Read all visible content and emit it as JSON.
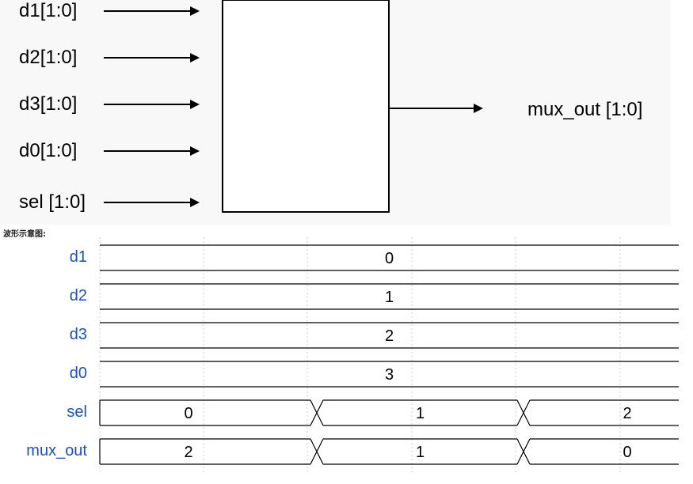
{
  "block": {
    "inputs": [
      "d1[1:0]",
      "d2[1:0]",
      "d3[1:0]",
      "d0[1:0]",
      "sel [1:0]"
    ],
    "output": "mux_out [1:0]"
  },
  "caption": "波形示意图:",
  "waveform": {
    "signals": [
      {
        "name": "d1",
        "values": [
          "0"
        ]
      },
      {
        "name": "d2",
        "values": [
          "1"
        ]
      },
      {
        "name": "d3",
        "values": [
          "2"
        ]
      },
      {
        "name": "d0",
        "values": [
          "3"
        ]
      },
      {
        "name": "sel",
        "values": [
          "0",
          "1",
          "2"
        ]
      },
      {
        "name": "mux_out",
        "values": [
          "2",
          "1",
          "0"
        ]
      }
    ]
  }
}
